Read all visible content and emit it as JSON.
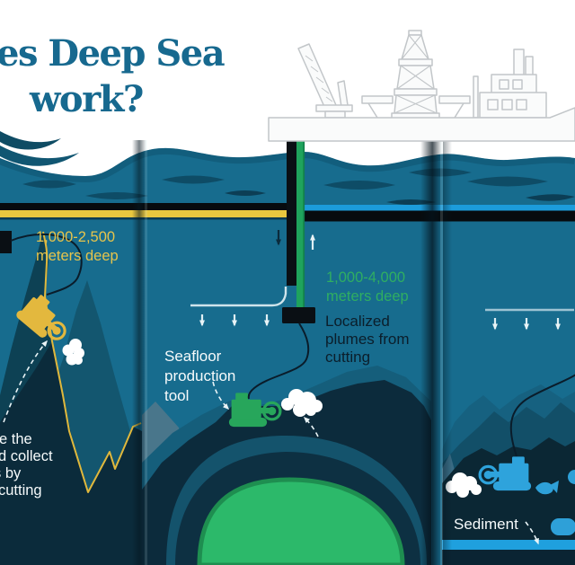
{
  "title": {
    "line1": "es Deep Sea",
    "line2": "work?"
  },
  "panel_crusts": {
    "depth_line1": "1,000-2,500",
    "depth_line2": "meters deep",
    "caption_line1": "e the",
    "caption_line2": "d collect",
    "caption_line3": "s by",
    "caption_line4": "cutting"
  },
  "panel_sulfides": {
    "tool_line1": "Seafloor",
    "tool_line2": "production",
    "tool_line3": "tool",
    "depth_line1": "1,000-4,000",
    "depth_line2": "meters deep",
    "plume_line1": "Localized",
    "plume_line2": "plumes from",
    "plume_line3": "cutting"
  },
  "panel_nodules": {
    "sediment_label": "Sediment"
  },
  "colors": {
    "title_blue": "#17698F",
    "depth_yellow": "#E6C44C",
    "depth_green": "#2FAE62",
    "plume_dark": "#0B1E2B",
    "label_white": "#F6FAFB",
    "band_yellow": "#E8C73F",
    "band_blue": "#1C9CDB",
    "pipe_green": "#1FA35C",
    "machine_yellow": "#E3B83E",
    "machine_green": "#27A65B",
    "machine_blue": "#2EA3DC",
    "deposit_green": "#2CB96A",
    "ocean_teal": "#176C8E"
  }
}
